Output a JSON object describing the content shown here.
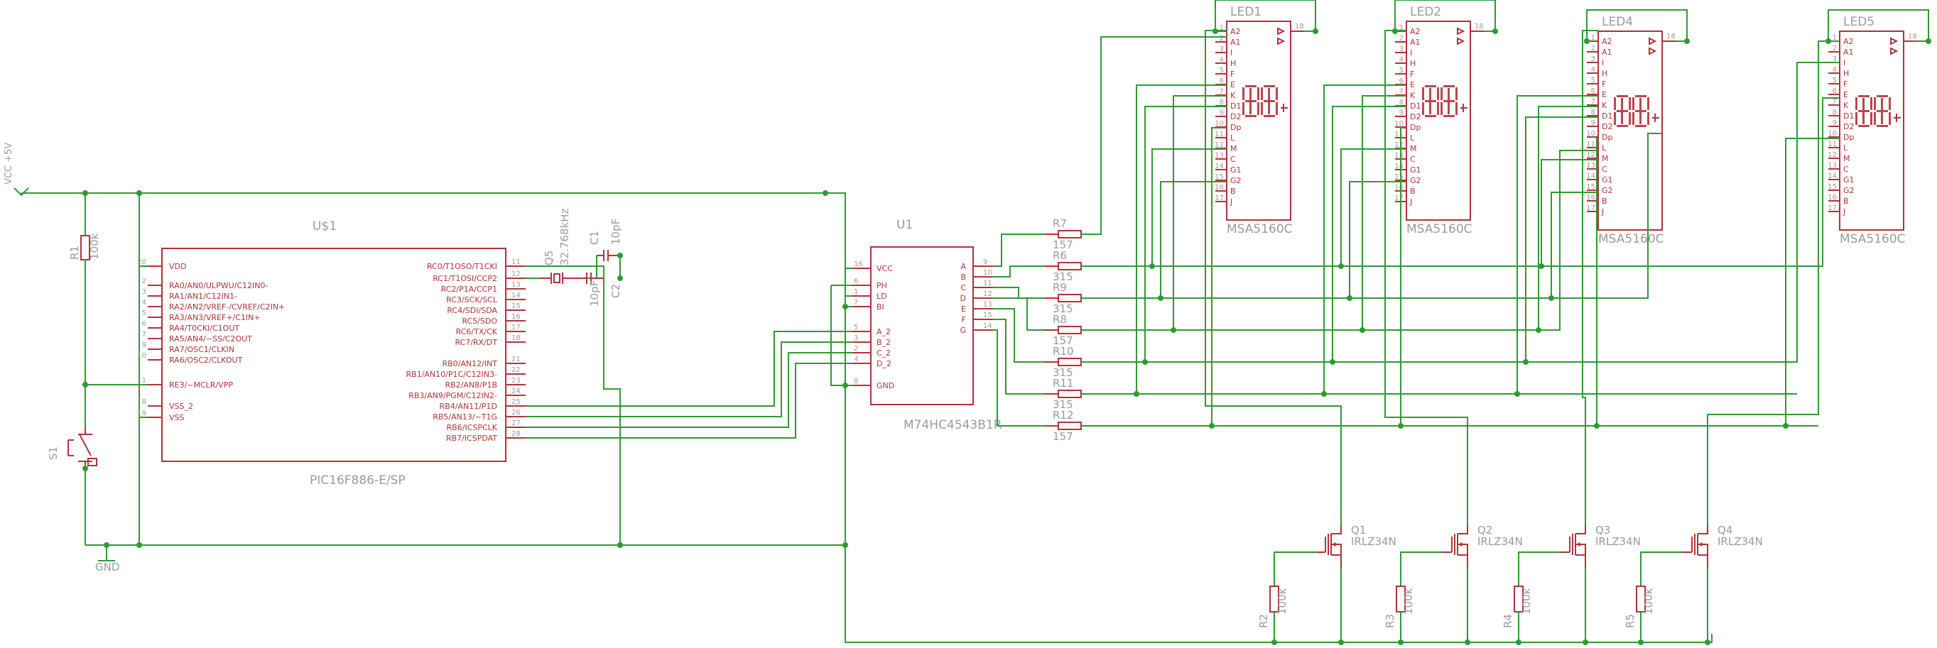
{
  "power": {
    "vcc": "VCC +5V",
    "gnd": "GND"
  },
  "r1": {
    "ref": "R1",
    "val": "100k"
  },
  "s1": {
    "ref": "S1"
  },
  "mcu": {
    "ref": "U$1",
    "part": "PIC16F886-E/SP",
    "left": [
      {
        "n": "20",
        "l": "VDD"
      },
      {
        "n": "2",
        "l": "RA0/AN0/ULPWU/C12IN0-"
      },
      {
        "n": "3",
        "l": "RA1/AN1/C12IN1-"
      },
      {
        "n": "4",
        "l": "RA2/AN2/VREF-/CVREF/C2IN+"
      },
      {
        "n": "5",
        "l": "RA3/AN3/VREF+/C1IN+"
      },
      {
        "n": "6",
        "l": "RA4/T0CKI/C1OUT"
      },
      {
        "n": "7",
        "l": "RA5/AN4/~SS/C2OUT"
      },
      {
        "n": "9",
        "l": "RA7/OSC1/CLKIN"
      },
      {
        "n": "10",
        "l": "RA6/OSC2/CLKOUT"
      },
      {
        "n": "1",
        "l": "RE3/~MCLR/VPP"
      },
      {
        "n": "8",
        "l": "VSS_2"
      },
      {
        "n": "19",
        "l": "VSS"
      }
    ],
    "right": [
      {
        "n": "11",
        "l": "RC0/T1OSO/T1CKI"
      },
      {
        "n": "12",
        "l": "RC1/T1OSI/CCP2"
      },
      {
        "n": "13",
        "l": "RC2/P1A/CCP1"
      },
      {
        "n": "14",
        "l": "RC3/SCK/SCL"
      },
      {
        "n": "15",
        "l": "RC4/SDI/SDA"
      },
      {
        "n": "16",
        "l": "RC5/SDO"
      },
      {
        "n": "17",
        "l": "RC6/TX/CK"
      },
      {
        "n": "18",
        "l": "RC7/RX/DT"
      },
      {
        "n": "21",
        "l": "RB0/AN12/INT"
      },
      {
        "n": "22",
        "l": "RB1/AN10/P1C/C12IN3-"
      },
      {
        "n": "23",
        "l": "RB2/AN8/P1B"
      },
      {
        "n": "24",
        "l": "RB3/AN9/PGM/C12IN2-"
      },
      {
        "n": "25",
        "l": "RB4/AN11/P1D"
      },
      {
        "n": "26",
        "l": "RB5/AN13/~T1G"
      },
      {
        "n": "27",
        "l": "RB6/ICSPCLK"
      },
      {
        "n": "28",
        "l": "RB7/ICSPDAT"
      }
    ]
  },
  "q5": {
    "ref": "Q5",
    "val": "32.768kHz"
  },
  "c1": {
    "ref": "C1",
    "val": "10pF"
  },
  "c2": {
    "ref": "C2",
    "val": "10pF"
  },
  "u1": {
    "ref": "U1",
    "part": "M74HC4543B1R",
    "left": [
      {
        "n": "16",
        "l": "VCC"
      },
      {
        "n": "6",
        "l": "PH"
      },
      {
        "n": "1",
        "l": "LD"
      },
      {
        "n": "7",
        "l": "BI"
      },
      {
        "n": "5",
        "l": "A_2"
      },
      {
        "n": "3",
        "l": "B_2"
      },
      {
        "n": "2",
        "l": "C_2"
      },
      {
        "n": "4",
        "l": "D_2"
      },
      {
        "n": "8",
        "l": "GND"
      }
    ],
    "right": [
      {
        "n": "9",
        "l": "A"
      },
      {
        "n": "10",
        "l": "B"
      },
      {
        "n": "11",
        "l": "C"
      },
      {
        "n": "12",
        "l": "D"
      },
      {
        "n": "13",
        "l": "E"
      },
      {
        "n": "15",
        "l": "F"
      },
      {
        "n": "14",
        "l": "G"
      }
    ]
  },
  "resistors": [
    {
      "ref": "R7",
      "val": "157"
    },
    {
      "ref": "R6",
      "val": "315"
    },
    {
      "ref": "R9",
      "val": "315"
    },
    {
      "ref": "R8",
      "val": "157"
    },
    {
      "ref": "R10",
      "val": "315"
    },
    {
      "ref": "R11",
      "val": "315"
    },
    {
      "ref": "R12",
      "val": "157"
    }
  ],
  "leds": [
    {
      "ref": "LED1",
      "part": "MSA5160C",
      "pin18": "18"
    },
    {
      "ref": "LED2",
      "part": "MSA5160C",
      "pin18": "18"
    },
    {
      "ref": "LED4",
      "part": "MSA5160C",
      "pin18": "18"
    },
    {
      "ref": "LED5",
      "part": "MSA5160C",
      "pin18": "18"
    }
  ],
  "led_pins": [
    {
      "n": "1",
      "l": "A2"
    },
    {
      "n": "2",
      "l": "A1"
    },
    {
      "n": "3",
      "l": "I"
    },
    {
      "n": "4",
      "l": "H"
    },
    {
      "n": "5",
      "l": "F"
    },
    {
      "n": "6",
      "l": "E"
    },
    {
      "n": "7",
      "l": "K"
    },
    {
      "n": "8",
      "l": "D1"
    },
    {
      "n": "9",
      "l": "D2"
    },
    {
      "n": "10",
      "l": "Dp"
    },
    {
      "n": "11",
      "l": "L"
    },
    {
      "n": "12",
      "l": "M"
    },
    {
      "n": "13",
      "l": "C"
    },
    {
      "n": "14",
      "l": "G1"
    },
    {
      "n": "15",
      "l": "G2"
    },
    {
      "n": "16",
      "l": "B"
    },
    {
      "n": "17",
      "l": "J"
    }
  ],
  "mosfets": [
    {
      "ref": "Q1",
      "part": "IRLZ34N"
    },
    {
      "ref": "Q2",
      "part": "IRLZ34N"
    },
    {
      "ref": "Q3",
      "part": "IRLZ34N"
    },
    {
      "ref": "Q4",
      "part": "IRLZ34N"
    }
  ],
  "pulldowns": [
    {
      "ref": "R2",
      "val": "100k"
    },
    {
      "ref": "R3",
      "val": "100k"
    },
    {
      "ref": "R4",
      "val": "100k"
    },
    {
      "ref": "R5",
      "val": "100k"
    }
  ]
}
